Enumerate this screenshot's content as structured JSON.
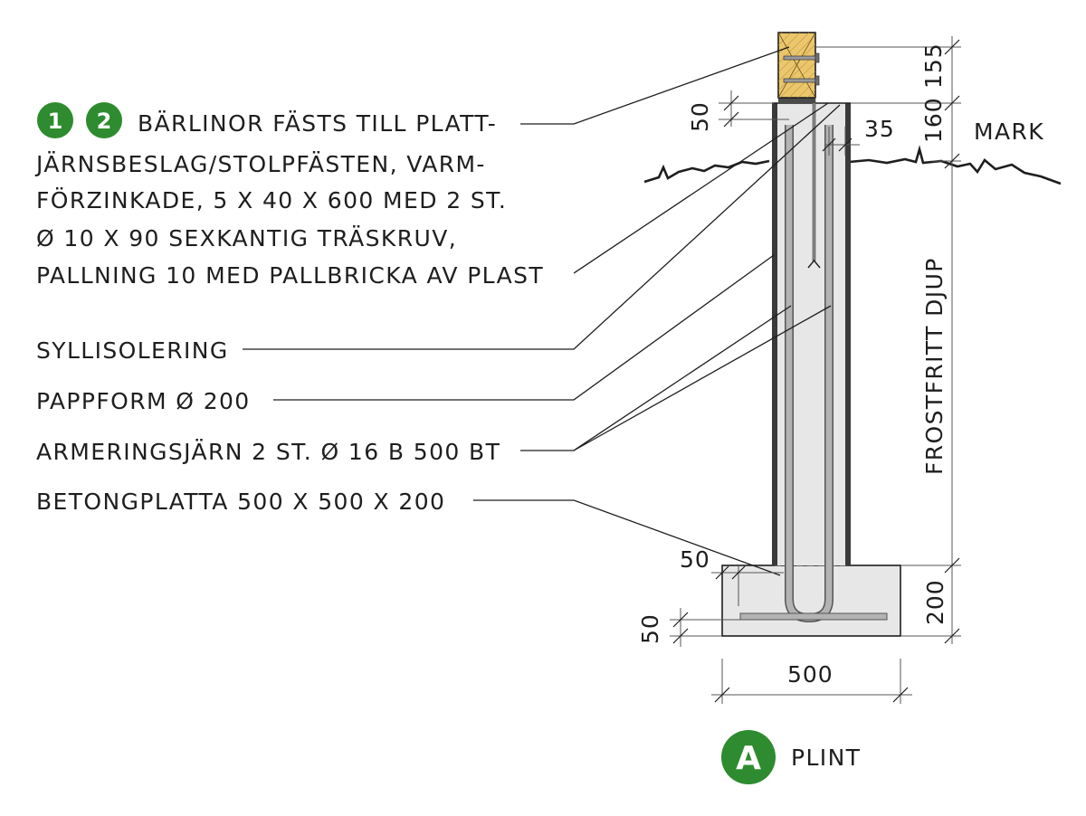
{
  "colors": {
    "badge_green": "#2e8b2f",
    "concrete": "#e7e7e7",
    "rebar": "#a9a9a9",
    "timber": "#ecc66a",
    "line": "#1e1e1e"
  },
  "badges": {
    "one": "1",
    "two": "2",
    "a": "A"
  },
  "labels": {
    "fastening": [
      "BÄRLINOR FÄSTS TILL PLATT-",
      "JÄRNSBESLAG/STOLPFÄSTEN, VARM-",
      "FÖRZINKADE, 5 X 40 X 600 MED 2 ST.",
      "Ø 10 X 90 SEXKANTIG TRÄSKRUV,",
      "PALLNING 10 MED PALLBRICKA AV PLAST"
    ],
    "syllisolering": "SYLLISOLERING",
    "pappform": "PAPPFORM Ø 200",
    "armering": "ARMERINGSJÄRN 2 ST. Ø 16 B 500 BT",
    "betongplatta": "BETONGPLATTA 500 X 500 X 200",
    "mark": "MARK",
    "frostfritt": "FROSTFRITT DJUP",
    "title": "PLINT"
  },
  "dimensions": {
    "d155": "155",
    "d160": "160",
    "d35": "35",
    "d50_top": "50",
    "d50_slab_left": "50",
    "d50_bottom": "50",
    "d200": "200",
    "d500": "500"
  }
}
